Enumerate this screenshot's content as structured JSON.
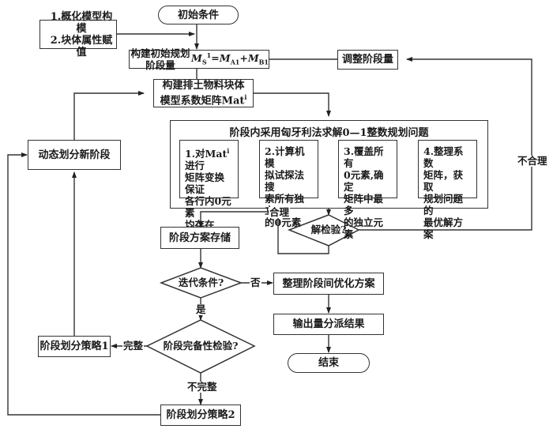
{
  "nodes": {
    "start": "初始条件",
    "inputs_line1": "1.概化模型构模",
    "inputs_line2": "2.块体属性赋值",
    "build_initial_prefix": "构建初始规划阶段量",
    "build_initial_formula": {
      "lhs": "M",
      "lhs_sub": "S",
      "lhs_sup": "1",
      "eq": "=",
      "a": "M",
      "a_sub": "A1",
      "plus": "+",
      "b": "M",
      "b_sub": "B1"
    },
    "adjust_stage": "调整阶段量",
    "build_matrix_line1": "构建排土物料块体",
    "build_matrix_line2": "模型系数矩阵Mat",
    "build_matrix_sup": "i",
    "hungarian_title": "阶段内采用匈牙利法求解0—1整数规划问题",
    "steps": [
      {
        "line1": "1.对Mat",
        "sup": "i",
        "line1b": "进行",
        "rest": [
          "矩阵变换保证",
          "各行内0元素",
          "均存在"
        ]
      },
      {
        "line1": "2.计算机模",
        "sup": "",
        "line1b": "",
        "rest": [
          "拟试探法搜",
          "索所有独立",
          "的0元素"
        ]
      },
      {
        "line1": "3.覆盖所有",
        "sup": "",
        "line1b": "",
        "rest": [
          "0元素,确定",
          "矩阵中最多",
          "的独立元素"
        ]
      },
      {
        "line1": "4.整理系数",
        "sup": "",
        "line1b": "",
        "rest": [
          "矩阵，获取",
          "规划问题的",
          "最优解方案"
        ]
      }
    ],
    "dynamic_stage": "动态划分新阶段",
    "solution_check": "解检验?",
    "stage_store": "阶段方案存储",
    "iteration_condition": "迭代条件?",
    "organize_inter_stage": "整理阶段间优化方案",
    "output_result": "输出量分派结果",
    "end": "结束",
    "completeness_check": "阶段完备性检验?",
    "strategy1": "阶段划分策略1",
    "strategy2": "阶段划分策略2"
  },
  "edge_labels": {
    "reasonable": "合理",
    "unreasonable": "不合理",
    "no": "否",
    "yes": "是",
    "complete": "完整",
    "incomplete": "不完整"
  }
}
